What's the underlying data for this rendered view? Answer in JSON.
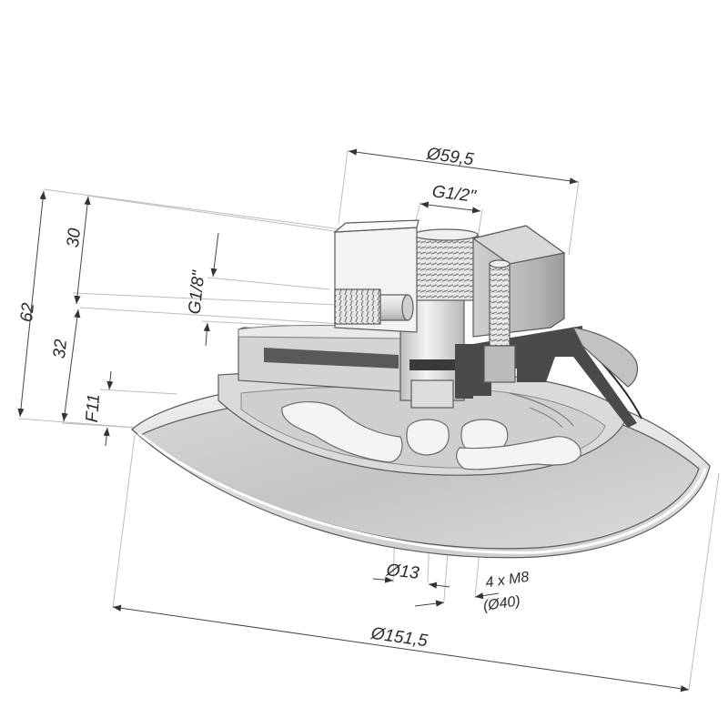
{
  "dimensions": {
    "height_total": "62",
    "height_upper": "30",
    "height_lower": "32",
    "lip_height": "F11",
    "thread_side": "G1/8\"",
    "thread_top": "G1/2\"",
    "body_diameter": "Ø59,5",
    "bore_diameter": "Ø13",
    "mount_holes_line1": "4 x M8",
    "mount_holes_line2": "(Ø40)",
    "cup_diameter": "Ø151,5"
  },
  "colors": {
    "part_light": "#e6e6e6",
    "part_mid": "#c9c9c9",
    "part_dark": "#9a9a9a",
    "section_hatch": "#4a4a4a",
    "dimension_line": "#444444"
  }
}
